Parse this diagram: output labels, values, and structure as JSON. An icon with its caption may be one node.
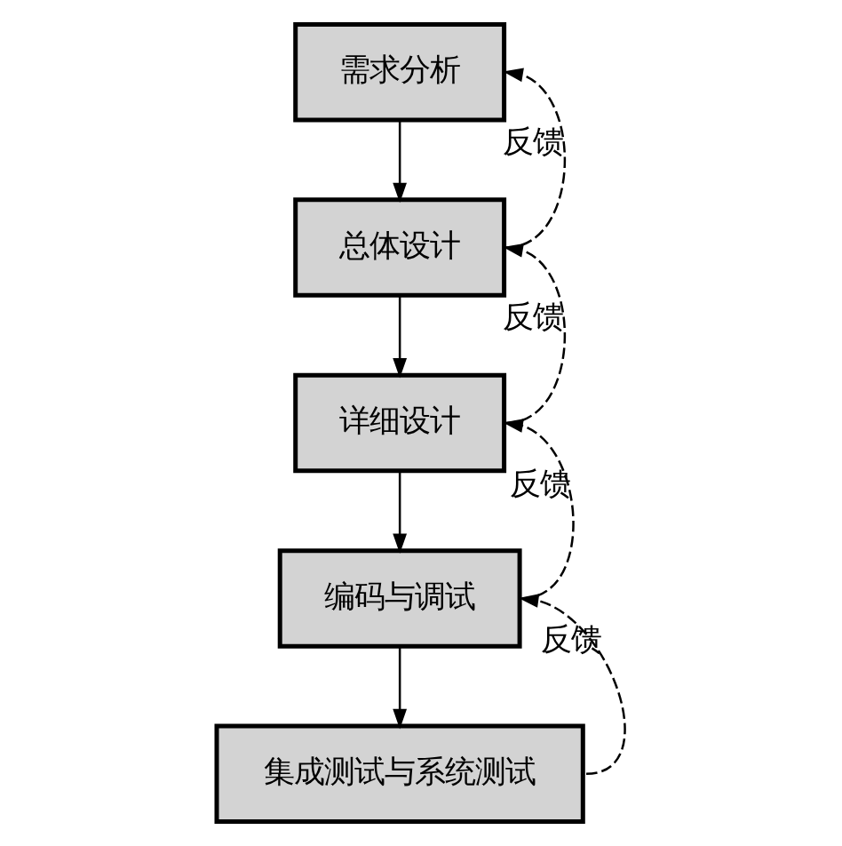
{
  "diagram": {
    "nodes": [
      {
        "text": [
          "需求分析"
        ]
      },
      {
        "text": [
          "总体设计"
        ]
      },
      {
        "text": [
          "详细设计"
        ]
      },
      {
        "text": [
          "编码与调试"
        ]
      },
      {
        "text": [
          "集成测试与系统测试"
        ]
      }
    ],
    "edges": [
      {
        "from": 0,
        "to": 1,
        "arrow": "to"
      },
      {
        "from": 1,
        "to": 0,
        "arrow": "to",
        "style": "dashed",
        "label": "反馈"
      },
      {
        "from": 1,
        "to": 2,
        "arrow": "to"
      },
      {
        "from": 2,
        "to": 1,
        "arrow": "to",
        "style": "dashed",
        "label": "反馈"
      },
      {
        "from": 2,
        "to": 3,
        "arrow": "to"
      },
      {
        "from": 3,
        "to": 2,
        "arrow": "to",
        "style": "dashed",
        "label": "反馈"
      },
      {
        "from": 3,
        "to": 4,
        "arrow": "to"
      },
      {
        "from": 4,
        "to": 3,
        "arrow": "to",
        "style": "dashed",
        "label": "反馈"
      }
    ]
  }
}
